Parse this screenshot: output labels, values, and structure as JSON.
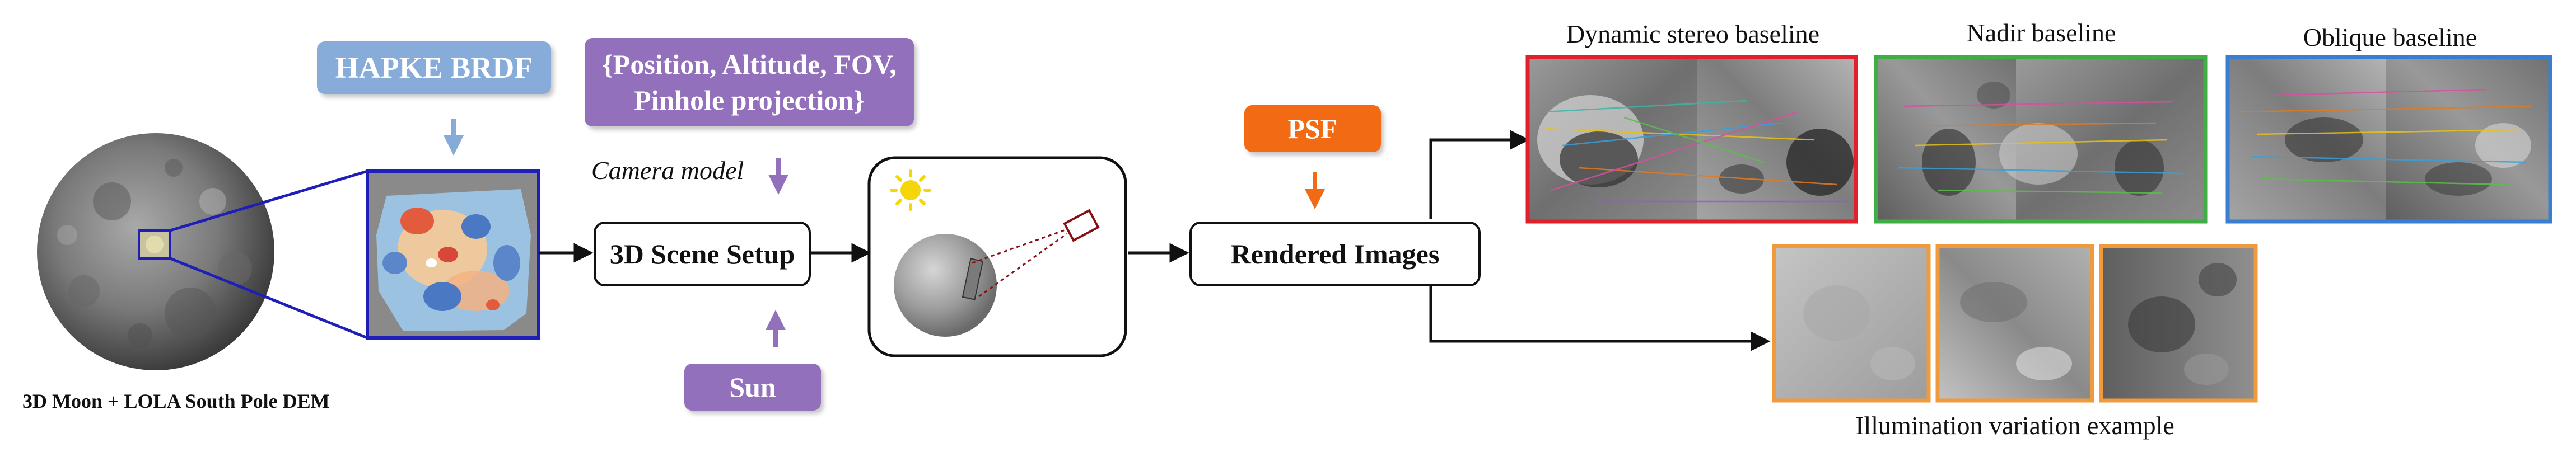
{
  "texts": {
    "moon_caption": "3D Moon + LOLA South Pole DEM",
    "hapke": "HAPKE BRDF",
    "camera_params_line1": "{Position, Altitude, FOV,",
    "camera_params_line2": "Pinhole projection}",
    "camera_model": "Camera model",
    "scene_setup": "3D Scene Setup",
    "sun": "Sun",
    "psf": "PSF",
    "rendered_images": "Rendered Images",
    "dynamic_stereo": "Dynamic stereo baseline",
    "nadir": "Nadir baseline",
    "oblique": "Oblique baseline",
    "illumination": "Illumination variation example"
  },
  "icons": {
    "sun": "sun-icon",
    "camera": "camera-icon",
    "moon": "moon-sphere-icon"
  },
  "colors": {
    "hapke": "#87acd9",
    "camera_params": "#9370bb",
    "sun_tag": "#9370bb",
    "psf": "#f26a14",
    "dem_frame": "#1f1fb8",
    "dynamic_stereo_frame": "#e0202a",
    "nadir_frame": "#3fae45",
    "oblique_frame": "#3a7fcf",
    "illumination_frame": "#ef9a3c",
    "sun_icon": "#f5d60a",
    "arrow_blue": "#86abd8",
    "arrow_purple": "#9370bb",
    "arrow_orange": "#f26a14"
  }
}
